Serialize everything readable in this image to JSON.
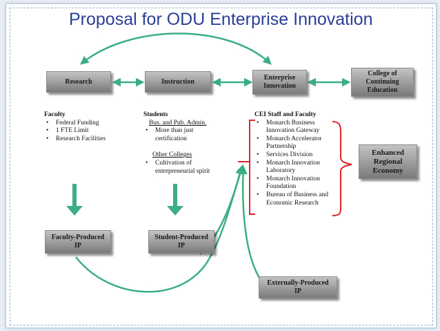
{
  "title": "Proposal for ODU Enterprise Innovation",
  "boxes": {
    "research": "Research",
    "instruction": "Instruction",
    "enterprise": [
      "Enterprise",
      "Innovation"
    ],
    "college": [
      "College of",
      "Continuing",
      "Education"
    ],
    "faculty_ip": [
      "Faculty-Produced",
      "IP"
    ],
    "student_ip": [
      "Student-Produced",
      "IP"
    ],
    "external_ip": [
      "Externally-Produced",
      "IP"
    ],
    "regional": [
      "Enhanced",
      "Regional",
      "Economy"
    ]
  },
  "faculty": {
    "heading": "Faculty",
    "items": [
      "Federal Funding",
      "1 FTE Limit",
      "Research Facilities"
    ]
  },
  "students": {
    "heading": "Students",
    "sub1": "Bus. and Pub. Admin.",
    "items1": [
      "More than just certification"
    ],
    "sub2": "Other Colleges",
    "items2": [
      "Cultivation of entrepreneurial spirit"
    ]
  },
  "cei": {
    "heading": "CEI Staff and Faculty",
    "items": [
      "Monarch Business Innovation Gateway",
      "Monarch Accelerator Partnership",
      "Services Division",
      "Monarch Innovation Laboratory",
      "Monarch Innovation Foundation",
      "Bureau of Business and Economic Research"
    ]
  },
  "colors": {
    "arrow": "#3cae86",
    "bracket": "#e0222a",
    "title": "#2a3f96",
    "box": "#9a9a9a"
  }
}
